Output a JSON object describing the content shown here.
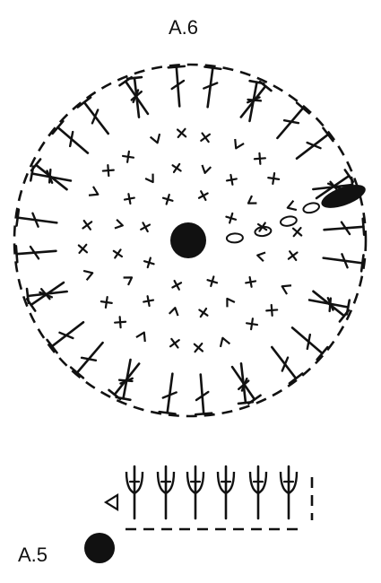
{
  "diagrams": {
    "a6": {
      "label": "A.6"
    },
    "a5": {
      "label": "A.5"
    }
  },
  "colors": {
    "ink": "#111111",
    "paper": "#ffffff"
  },
  "icons": {
    "magic_ring": "filled-circle",
    "chain": "oval",
    "slip_stitch": "filled-oval",
    "single_crochet": "cross",
    "increase": "v-mark",
    "double_crochet": "t-bar-cross",
    "cluster": "tulip",
    "start": "triangle"
  }
}
